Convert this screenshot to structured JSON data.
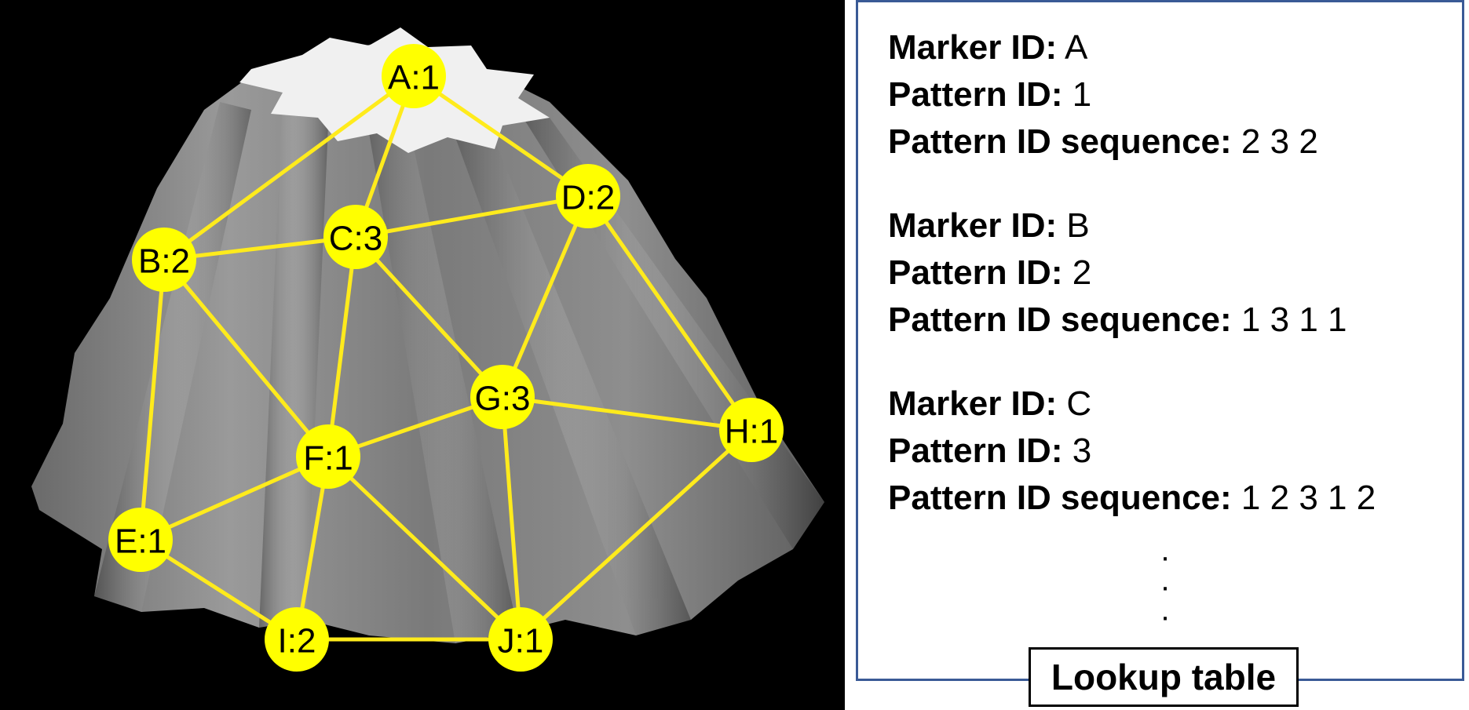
{
  "colors": {
    "marker_fill": "#ffff00",
    "edge_stroke": "#ffeb1c",
    "panel_border": "#3a5a96",
    "background": "#000000"
  },
  "graph": {
    "nodes": [
      {
        "id": "A",
        "label": "A:1"
      },
      {
        "id": "B",
        "label": "B:2"
      },
      {
        "id": "C",
        "label": "C:3"
      },
      {
        "id": "D",
        "label": "D:2"
      },
      {
        "id": "E",
        "label": "E:1"
      },
      {
        "id": "F",
        "label": "F:1"
      },
      {
        "id": "G",
        "label": "G:3"
      },
      {
        "id": "H",
        "label": "H:1"
      },
      {
        "id": "I",
        "label": "I:2"
      },
      {
        "id": "J",
        "label": "J:1"
      }
    ],
    "edges": [
      [
        "A",
        "B"
      ],
      [
        "A",
        "C"
      ],
      [
        "A",
        "D"
      ],
      [
        "B",
        "C"
      ],
      [
        "C",
        "D"
      ],
      [
        "B",
        "E"
      ],
      [
        "B",
        "F"
      ],
      [
        "C",
        "F"
      ],
      [
        "C",
        "G"
      ],
      [
        "D",
        "G"
      ],
      [
        "D",
        "H"
      ],
      [
        "E",
        "F"
      ],
      [
        "E",
        "I"
      ],
      [
        "F",
        "G"
      ],
      [
        "F",
        "I"
      ],
      [
        "F",
        "J"
      ],
      [
        "G",
        "H"
      ],
      [
        "G",
        "J"
      ],
      [
        "H",
        "J"
      ],
      [
        "I",
        "J"
      ]
    ]
  },
  "lookup": {
    "marker_label": "Marker ID:",
    "pattern_label": "Pattern ID:",
    "sequence_label": "Pattern ID sequence:",
    "entries": [
      {
        "marker": "A",
        "pattern": "1",
        "sequence": "2 3 2"
      },
      {
        "marker": "B",
        "pattern": "2",
        "sequence": "1 3 1 1"
      },
      {
        "marker": "C",
        "pattern": "3",
        "sequence": "1 2 3 1 2"
      }
    ],
    "ellipsis": [
      "·",
      "·",
      "·"
    ],
    "caption": "Lookup table"
  }
}
